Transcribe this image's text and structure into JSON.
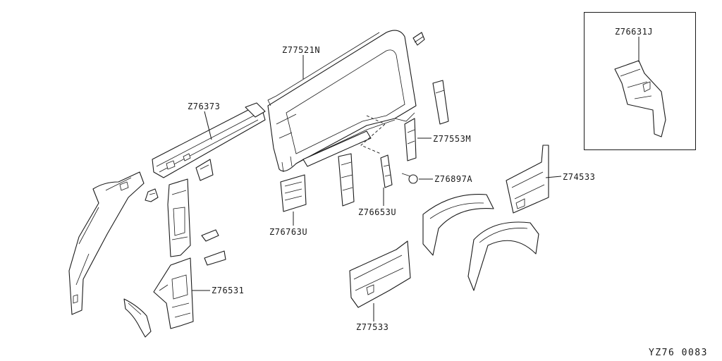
{
  "labels": {
    "z77521n": "Z77521N",
    "z76373": "Z76373",
    "z77553m": "Z77553M",
    "z76897a": "Z76897A",
    "z74533": "Z74533",
    "z76653u": "Z76653U",
    "z76763u": "Z76763U",
    "z76531": "Z76531",
    "z77533": "Z77533",
    "z76631j": "Z76631J"
  },
  "reference_code": "YZ76 0083"
}
